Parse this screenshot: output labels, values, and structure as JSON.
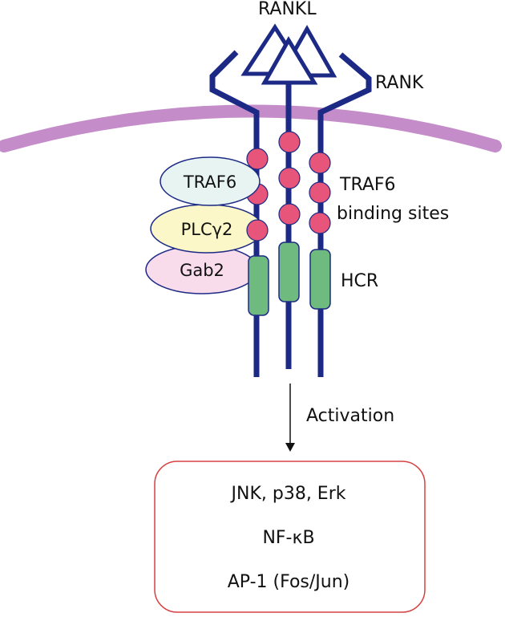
{
  "labels": {
    "rankl": "RANKL",
    "rank": "RANK",
    "traf6_sites_line1": "TRAF6",
    "traf6_sites_line2": "binding sites",
    "hcr": "HCR",
    "activation": "Activation"
  },
  "adaptors": {
    "traf6": "TRAF6",
    "plcg2": "PLCγ2",
    "gab2": "Gab2"
  },
  "outputs": [
    "JNK, p38, Erk",
    "NF-κB",
    "AP-1 (Fos/Jun)"
  ],
  "colors": {
    "receptor": "#1c2a85",
    "membrane": "#c48cc8",
    "traf6_site": "#e8557a",
    "hcr": "#6fba7e",
    "traf6_oval": "#e8f4f2",
    "plcg2_oval": "#fbf7c8",
    "gab2_oval": "#f8dcec",
    "output_border": "#d84040"
  }
}
